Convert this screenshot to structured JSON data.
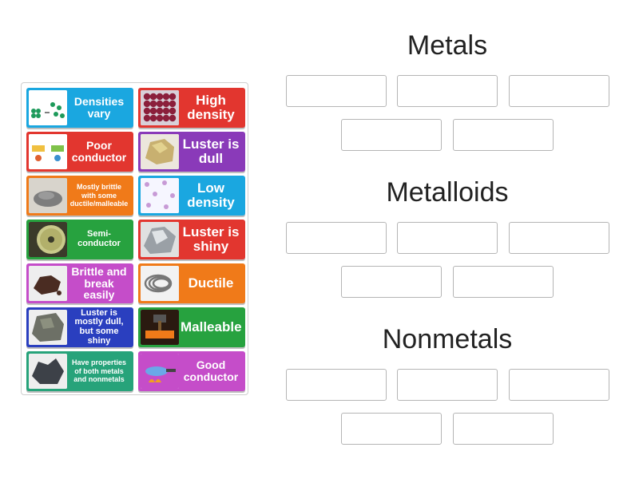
{
  "cards": [
    {
      "id": "densities-vary",
      "label": "Densities vary",
      "color": "#1aa7e0",
      "icon": "molecule-grid-icon"
    },
    {
      "id": "high-density",
      "label": "High density",
      "color": "#e2362f",
      "icon": "atom-lattice-icon"
    },
    {
      "id": "poor-conductor",
      "label": "Poor conductor",
      "color": "#e2362f",
      "icon": "conductor-diagram-icon"
    },
    {
      "id": "luster-is-dull",
      "label": "Luster is dull",
      "color": "#8a3ab9",
      "icon": "sulfur-rock-icon"
    },
    {
      "id": "mostly-brittle",
      "label": "Mostly brittle with some ductile/malleable",
      "color": "#f07a19",
      "icon": "gray-powder-icon"
    },
    {
      "id": "low-density",
      "label": "Low density",
      "color": "#1aa7e0",
      "icon": "gas-particles-icon"
    },
    {
      "id": "semi-conductor",
      "label": "Semi-conductor",
      "color": "#27a23f",
      "icon": "cd-disc-icon"
    },
    {
      "id": "luster-is-shiny",
      "label": "Luster is shiny",
      "color": "#e2362f",
      "icon": "shiny-metal-icon"
    },
    {
      "id": "brittle-break",
      "label": "Brittle and break easily",
      "color": "#c54dc9",
      "icon": "crumbled-solid-icon"
    },
    {
      "id": "ductile",
      "label": "Ductile",
      "color": "#f07a19",
      "icon": "wire-coil-icon"
    },
    {
      "id": "luster-mostly-dull",
      "label": "Luster is mostly dull, but some shiny",
      "color": "#2a3fbf",
      "icon": "gray-rock-icon"
    },
    {
      "id": "malleable",
      "label": "Malleable",
      "color": "#27a23f",
      "icon": "forge-hammer-icon"
    },
    {
      "id": "both-properties",
      "label": "Have properties of both metals and nonmetals",
      "color": "#27a37a",
      "icon": "metalloid-chunk-icon"
    },
    {
      "id": "good-conductor",
      "label": "Good conductor",
      "color": "#c54dc9",
      "icon": "heated-pan-icon"
    }
  ],
  "groups": [
    {
      "title": "Metals"
    },
    {
      "title": "Metalloids"
    },
    {
      "title": "Nonmetals"
    }
  ]
}
